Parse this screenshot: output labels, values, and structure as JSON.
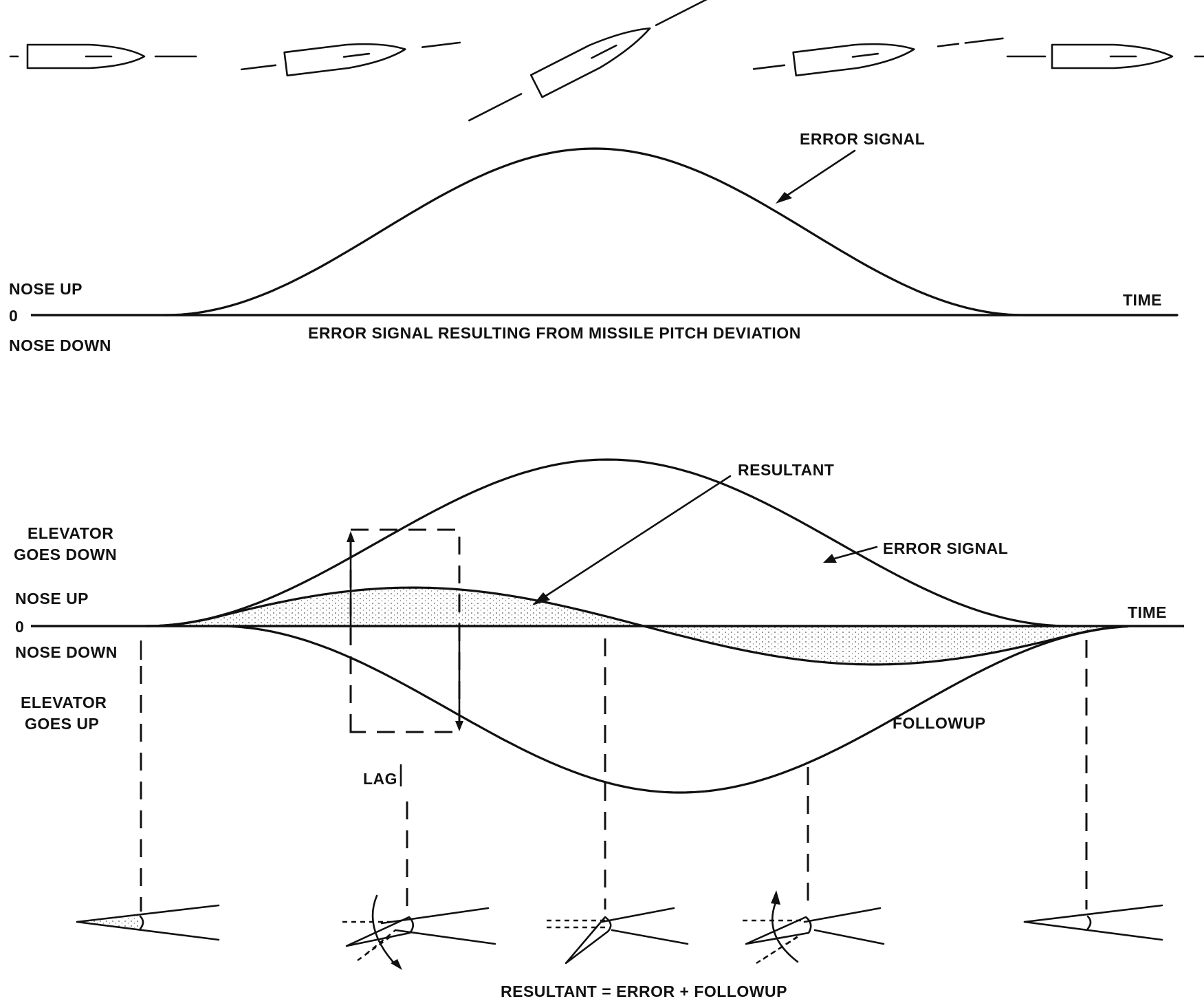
{
  "top_chart": {
    "curve_label": "ERROR SIGNAL",
    "y_positive_label": "NOSE UP",
    "zero_label": "0",
    "y_negative_label": "NOSE DOWN",
    "x_label": "TIME",
    "caption": "ERROR SIGNAL RESULTING FROM MISSILE PITCH DEVIATION"
  },
  "missile_attitudes": [
    {
      "pitch": "level"
    },
    {
      "pitch": "slight nose up"
    },
    {
      "pitch": "maximum nose up"
    },
    {
      "pitch": "slight nose up"
    },
    {
      "pitch": "level"
    }
  ],
  "bottom_chart": {
    "resultant_label": "RESULTANT",
    "error_label": "ERROR SIGNAL",
    "followup_label": "FOLLOWUP",
    "lag_label": "LAG",
    "x_label": "TIME",
    "zero_label": "0",
    "elevator_down_label_1": "ELEVATOR",
    "elevator_down_label_2": "GOES DOWN",
    "nose_up_label": "NOSE UP",
    "nose_down_label": "NOSE DOWN",
    "elevator_up_label_1": "ELEVATOR",
    "elevator_up_label_2": "GOES UP",
    "caption": "RESULTANT = ERROR + FOLLOWUP"
  },
  "elevator_positions": [
    {
      "state": "neutral"
    },
    {
      "state": "moving down, lagging"
    },
    {
      "state": "down"
    },
    {
      "state": "moving up"
    },
    {
      "state": "neutral"
    }
  ]
}
